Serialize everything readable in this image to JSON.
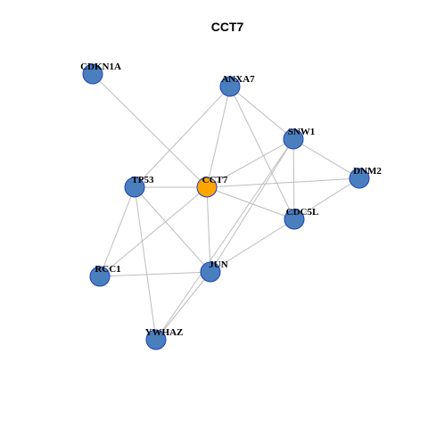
{
  "title": "CCT7",
  "colors": {
    "node_default": "#4a7fbd",
    "node_highlight": "#ffa500",
    "node_stroke": "#1f3fbf",
    "edge": "#bdbdbd"
  },
  "nodes": [
    {
      "id": "CDKN1A",
      "label": "CDKN1A",
      "highlight": false
    },
    {
      "id": "ANXA7",
      "label": "ANXA7",
      "highlight": false
    },
    {
      "id": "SNW1",
      "label": "SNW1",
      "highlight": false
    },
    {
      "id": "DNM2",
      "label": "DNM2",
      "highlight": false
    },
    {
      "id": "TP53",
      "label": "TP53",
      "highlight": false
    },
    {
      "id": "CCT7",
      "label": "CCT7",
      "highlight": true
    },
    {
      "id": "CDC5L",
      "label": "CDC5L",
      "highlight": false
    },
    {
      "id": "RCC1",
      "label": "RCC1",
      "highlight": false
    },
    {
      "id": "JUN",
      "label": "JUN",
      "highlight": false
    },
    {
      "id": "YWHAZ",
      "label": "YWHAZ",
      "highlight": false
    }
  ],
  "edges": [
    [
      "CDKN1A",
      "CCT7"
    ],
    [
      "ANXA7",
      "TP53"
    ],
    [
      "ANXA7",
      "CCT7"
    ],
    [
      "ANXA7",
      "SNW1"
    ],
    [
      "ANXA7",
      "CDC5L"
    ],
    [
      "SNW1",
      "CCT7"
    ],
    [
      "SNW1",
      "DNM2"
    ],
    [
      "SNW1",
      "CDC5L"
    ],
    [
      "SNW1",
      "JUN"
    ],
    [
      "SNW1",
      "YWHAZ"
    ],
    [
      "DNM2",
      "CCT7"
    ],
    [
      "DNM2",
      "CDC5L"
    ],
    [
      "TP53",
      "CCT7"
    ],
    [
      "TP53",
      "RCC1"
    ],
    [
      "TP53",
      "JUN"
    ],
    [
      "TP53",
      "YWHAZ"
    ],
    [
      "CCT7",
      "CDC5L"
    ],
    [
      "CCT7",
      "RCC1"
    ],
    [
      "CCT7",
      "JUN"
    ],
    [
      "CDC5L",
      "JUN"
    ],
    [
      "RCC1",
      "JUN"
    ],
    [
      "JUN",
      "YWHAZ"
    ]
  ]
}
